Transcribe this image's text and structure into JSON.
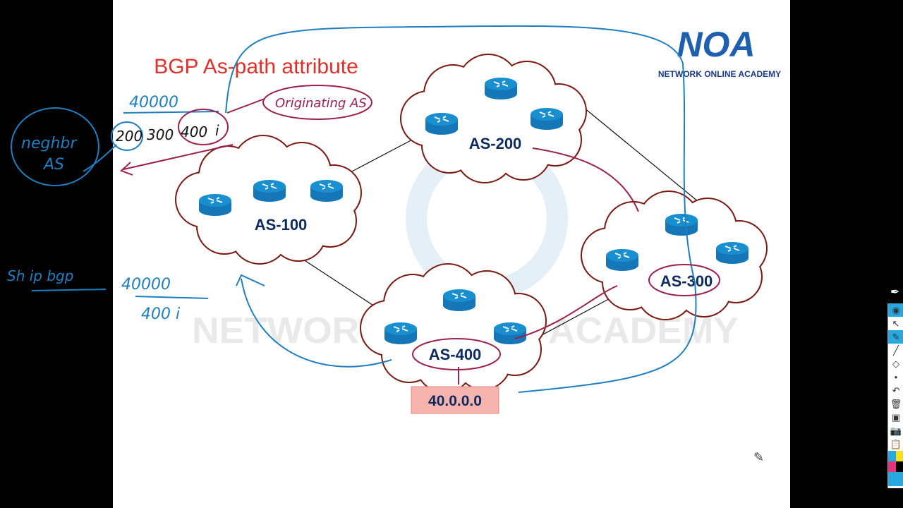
{
  "slide": {
    "title": "BGP As-path attribute",
    "logo": {
      "letters": "NOA",
      "tagline": "NETWORK ONLINE ACADEMY"
    },
    "watermark": "NETWORK ONLINE ACADEMY",
    "autonomous_systems": [
      {
        "label": "AS-100"
      },
      {
        "label": "AS-200"
      },
      {
        "label": "AS-300"
      },
      {
        "label": "AS-400"
      }
    ],
    "network_prefix": "40.0.0.0"
  },
  "annotations": {
    "prefix_top": "40000",
    "as_path": [
      "200",
      "300",
      "400",
      "i"
    ],
    "originating_label": "Originating AS",
    "neighbor_label_line1": "neghbr",
    "neighbor_label_line2": "AS",
    "command": "Sh ip bgp",
    "prefix_bottom": "40000",
    "path_bottom": "400 i"
  },
  "toolbar": {
    "tools": [
      "pen-icon",
      "eye-icon",
      "cursor-icon",
      "highlighter-icon",
      "line-icon",
      "eraser-icon",
      "dot-icon",
      "undo-icon",
      "trash-icon",
      "slide-icon",
      "camera-icon",
      "clipboard-icon"
    ],
    "active": [
      "eye-icon",
      "highlighter-icon"
    ],
    "palette": [
      "#29a8e0",
      "#f5e21b",
      "#e8347a",
      "#000000"
    ]
  },
  "colors": {
    "title": "#e0302a",
    "cloud_stroke": "#7a1a12",
    "router": "#1a8fd0",
    "as_label": "#0d2a5e",
    "blue_ink": "#1e7fc0",
    "maroon_ink": "#9b1f4f",
    "prefix_box": "#f7b3ad"
  }
}
